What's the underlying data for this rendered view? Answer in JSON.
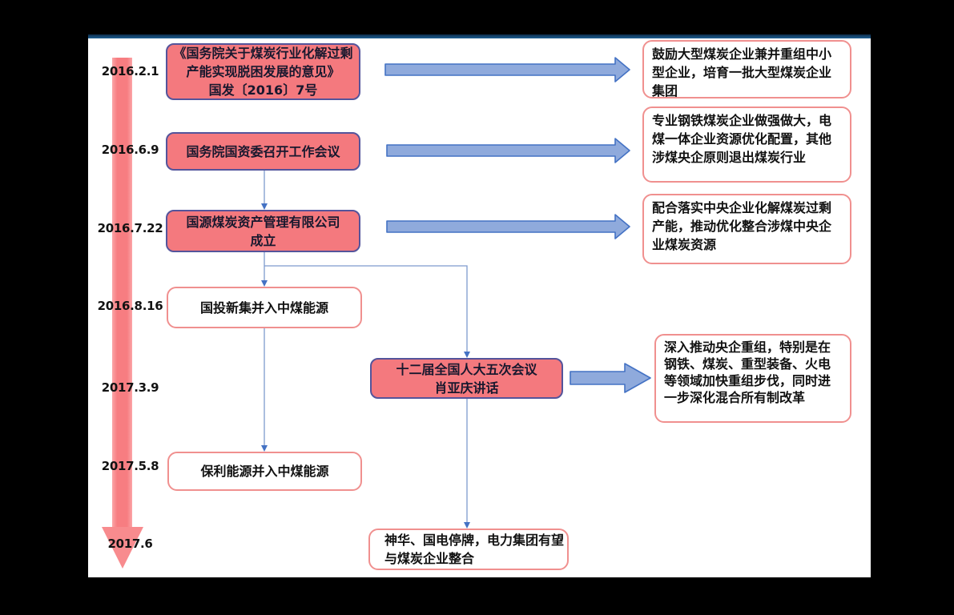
{
  "diagram": {
    "description": "Coal industry central-SOE consolidation policy timeline 2016-2017",
    "entries": [
      {
        "date": "2016.2.1",
        "event": "《国务院关于煤炭行业化解过剩产能实现脱困发展的意见》\n国发〔2016〕7号",
        "detail": "鼓励大型煤炭企业兼并重组中小型企业，培育一批大型煤炭企业集团"
      },
      {
        "date": "2016.6.9",
        "event": "国务院国资委召开工作会议",
        "detail": "专业钢铁煤炭企业做强做大，电煤一体企业资源优化配置，其他涉煤央企原则退出煤炭行业"
      },
      {
        "date": "2016.7.22",
        "event": "国源煤炭资产管理有限公司\n成立",
        "detail": "配合落实中央企业化解煤炭过剩产能，推动优化整合涉煤中央企业煤炭资源"
      },
      {
        "date": "2016.8.16",
        "event": "国投新集并入中煤能源"
      },
      {
        "date": "2017.3.9",
        "event": "十二届全国人大五次会议\n肖亚庆讲话",
        "detail": "深入推动央企重组，特别是在钢铁、煤炭、重型装备、火电等领域加快重组步伐，同时进一步深化混合所有制改革"
      },
      {
        "date": "2017.5.8",
        "event": "保利能源并入中煤能源"
      },
      {
        "date": "2017.6",
        "event": "神华、国电停牌，电力集团有望与煤炭企业整合"
      }
    ]
  },
  "colors": {
    "background": "#000000",
    "canvas": "#ffffff",
    "top_rule_navy": "#14395e",
    "timeline_red": "#f77d81",
    "node_pink_fill": "#f4797e",
    "node_pink_border": "#54549b",
    "white_box_border": "#f0908f",
    "flow_arrow_fill": "#8faadc",
    "flow_arrow_stroke": "#4472c4",
    "connector_line": "#7e9bce"
  }
}
